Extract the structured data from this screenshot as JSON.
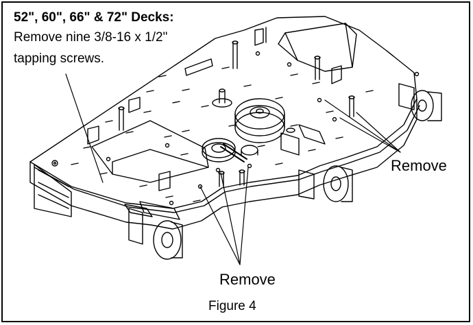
{
  "callout": {
    "heading": "52\", 60\", 66\" & 72\" Decks:",
    "line1": "Remove nine 3/8-16 x 1/2\"",
    "line2": "tapping screws."
  },
  "labels": {
    "remove_right": "Remove",
    "remove_bottom": "Remove"
  },
  "figure": {
    "caption": "Figure 4"
  },
  "colors": {
    "line": "#000000",
    "background": "#ffffff"
  }
}
